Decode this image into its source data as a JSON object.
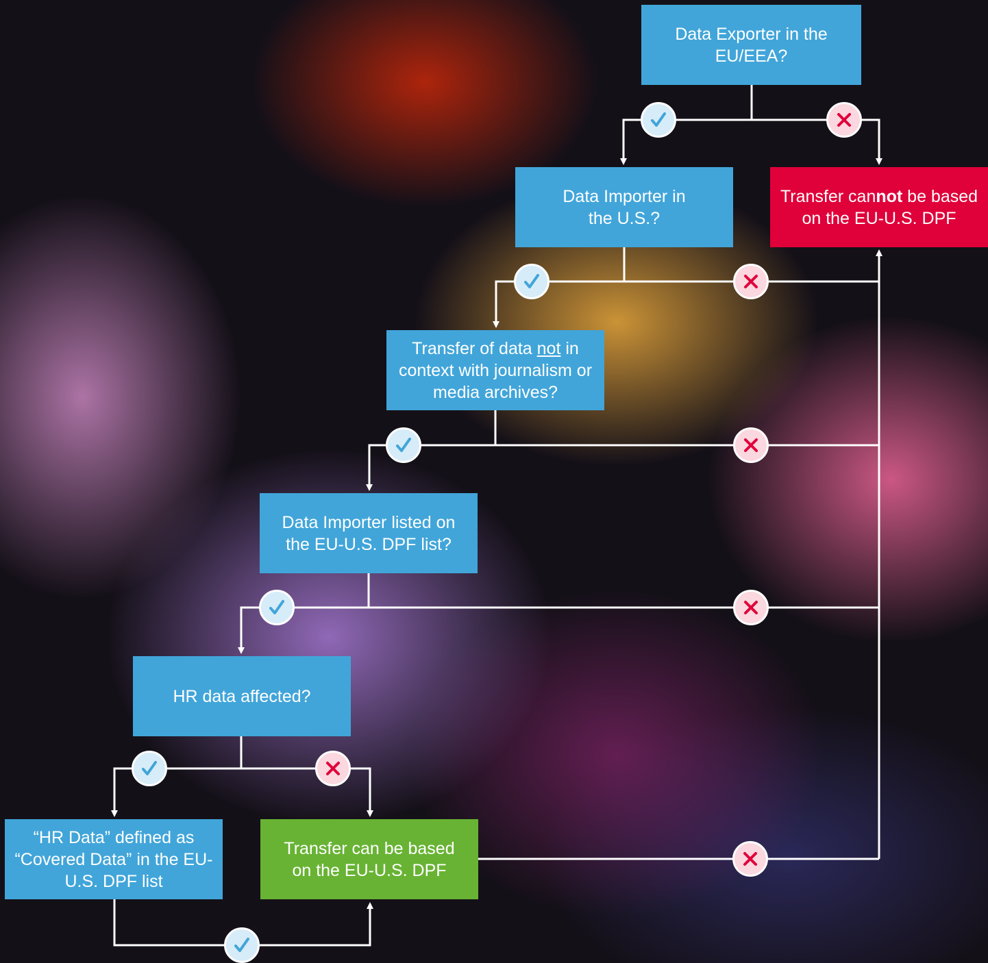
{
  "nodes": {
    "exporter": "Data Exporter in the EU/EEA?",
    "importer_us": "Data Importer in the U.S.?",
    "not_journalism": {
      "before": "Transfer of data ",
      "underlined": "not",
      "after": " in context with journalism or media archives?"
    },
    "listed": "Data Importer listed on the EU-U.S. DPF list?",
    "hr_affected": "HR data affected?",
    "hr_defined": "“HR Data” defined as “Covered Data” in the EU-U.S. DPF list",
    "cannot": {
      "before": "Transfer can",
      "bold": "not",
      "after": " be based on the EU-U.S. DPF"
    },
    "can": "Transfer can be based on the EU-U.S. DPF"
  },
  "colors": {
    "question_box": "#41a5d9",
    "cannot_box": "#e0003a",
    "can_box": "#68b334",
    "connector": "#ffffff",
    "yes_icon": "#41a5d9",
    "no_icon": "#e0003a"
  },
  "icons": {
    "yes": "check-icon",
    "no": "cross-icon"
  }
}
